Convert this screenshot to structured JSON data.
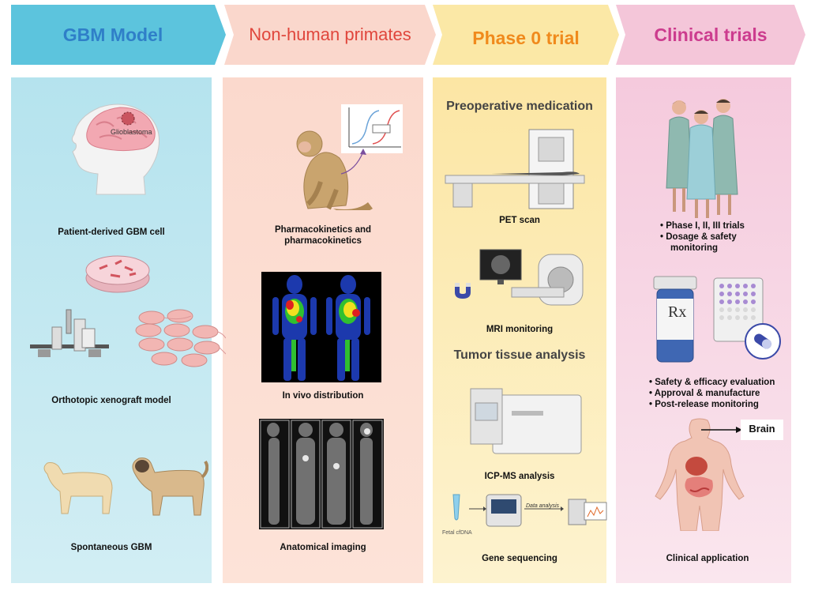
{
  "stages": [
    {
      "title": "GBM Model",
      "color": "#2f7fc8",
      "fill": "#5cc4dd"
    },
    {
      "title": "Non-human primates",
      "color": "#e0463c",
      "fill": "#fad7cc"
    },
    {
      "title": "Phase 0 trial",
      "color": "#f08a1c",
      "fill": "#fbe8a6"
    },
    {
      "title": "Clinical trials",
      "color": "#cc3c8e",
      "fill": "#f4c6d9"
    }
  ],
  "gbm": {
    "patient_cell_label": "Patient-derived GBM cell",
    "tumor_tag": "Glioblastoma",
    "xenograft_label": "Orthotopic xenograft model",
    "spontaneous_label": "Spontaneous GBM"
  },
  "nhp": {
    "pk_label": "Pharmacokinetics and pharmacokinetics",
    "pk_line1": "Pharmacokinetics and",
    "pk_line2": "pharmacokinetics",
    "invivo_label": "In vivo distribution",
    "anatomical_label": "Anatomical imaging"
  },
  "phase0": {
    "section1": "Preoperative medication",
    "pet_label": "PET scan",
    "mri_label": "MRI monitoring",
    "section2": "Tumor tissue analysis",
    "icpms_label": "ICP-MS analysis",
    "fetal_label": "Fetal cfDNA",
    "data_label": "Data analysis",
    "gene_label": "Gene sequencing"
  },
  "clinical": {
    "trial_bullets": [
      "Phase I, II, III trials",
      "Dosage & safety",
      "monitoring"
    ],
    "eval_bullets": [
      "Safety & efficacy evaluation",
      "Approval & manufacture",
      "Post-release monitoring"
    ],
    "rx_label": "Rx",
    "brain_label": "Brain",
    "application_label": "Clinical application"
  }
}
